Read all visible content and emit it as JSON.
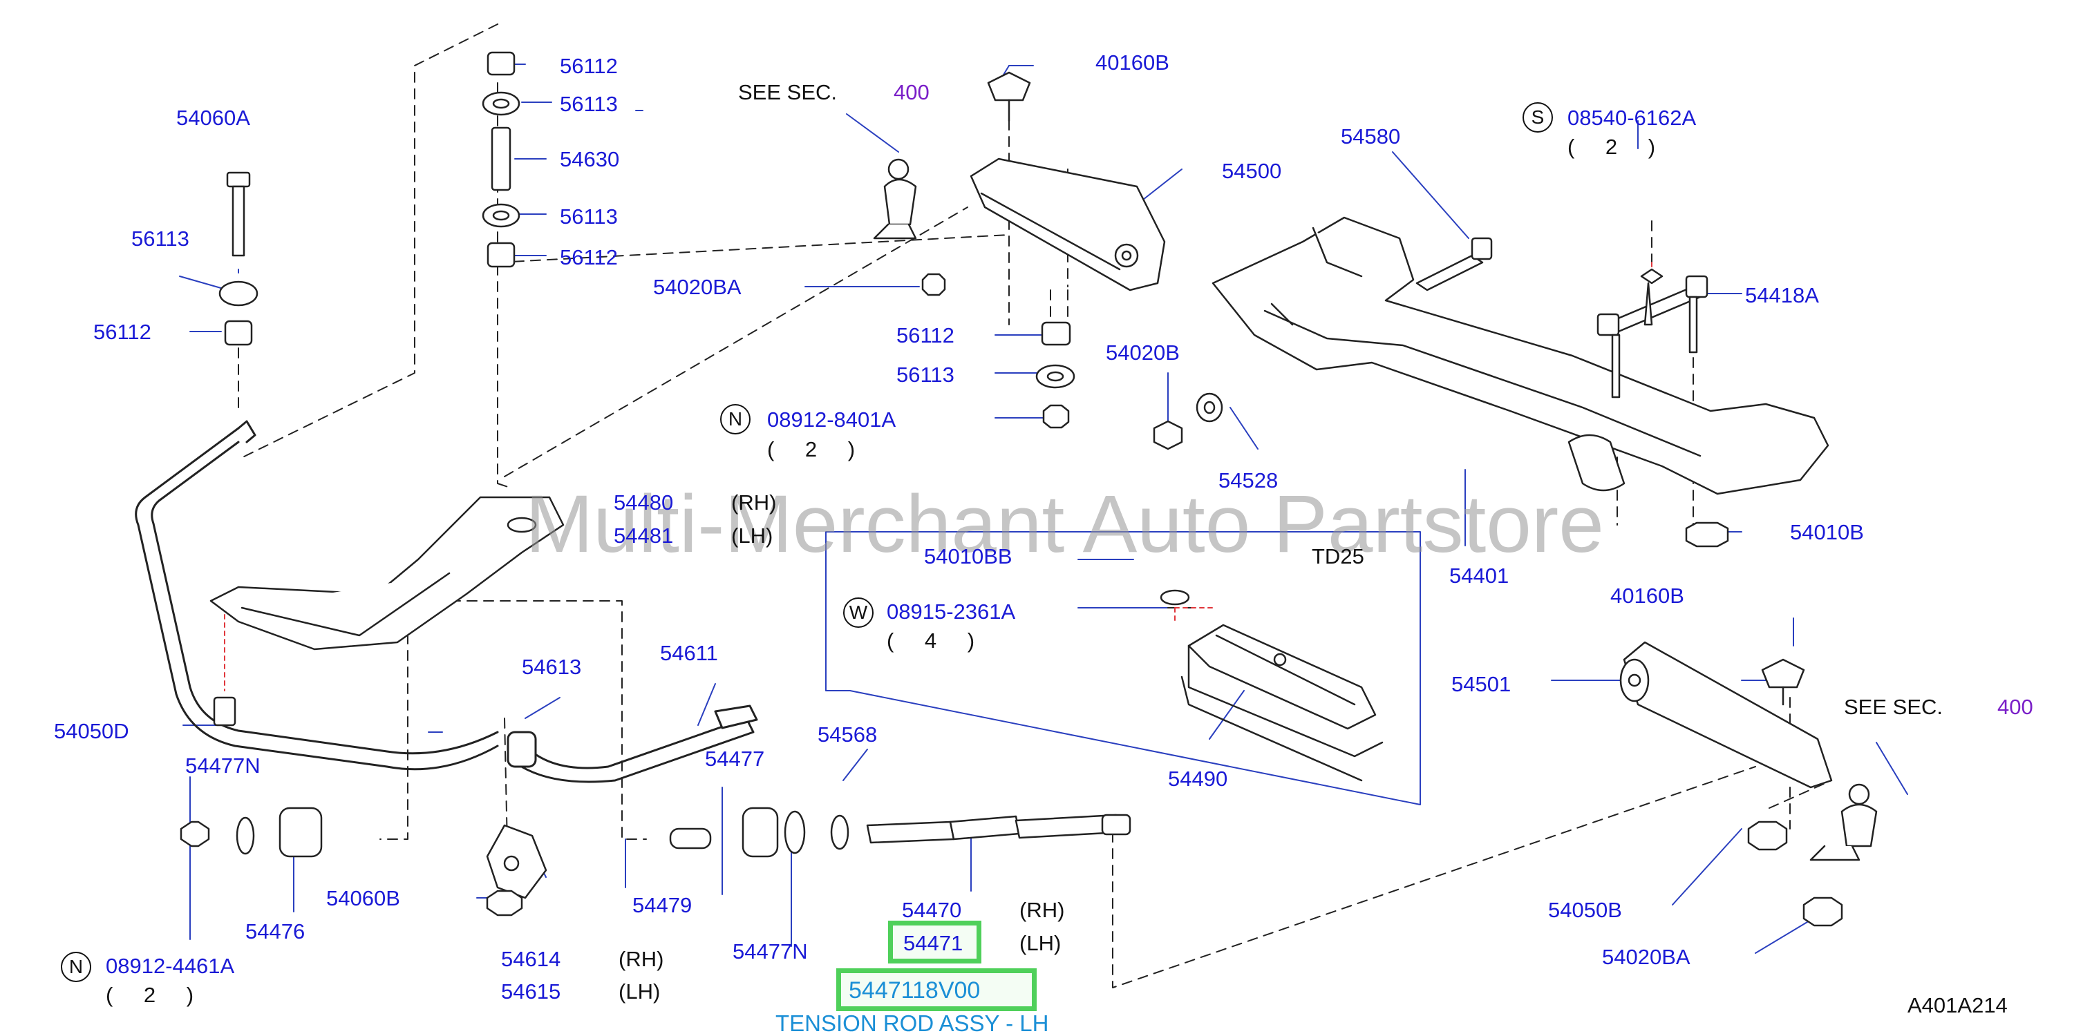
{
  "watermark": "Multi-Merchant Auto Partstore",
  "diagram_code": "A401A214",
  "see_sec": {
    "prefix": "SEE  SEC.",
    "number": "400"
  },
  "engine_label": "TD25",
  "highlight": {
    "part_number": "5447118V00",
    "description": "TENSION ROD ASSY - LH",
    "ref": "54471"
  },
  "side_labels": {
    "rh": "(RH)",
    "lh": "(LH)"
  },
  "qty": {
    "two": "( 2 )",
    "four": "( 4 )"
  },
  "symbols": {
    "s": "S",
    "n": "N",
    "w": "W"
  },
  "parts": {
    "p40160B": "40160B",
    "p08540_6162A": "08540-6162A",
    "p54060A": "54060A",
    "p56112": "56112",
    "p56113": "56113",
    "p54630": "54630",
    "p54580": "54580",
    "p54500": "54500",
    "p54020BA": "54020BA",
    "p54418A": "54418A",
    "p54020B": "54020B",
    "p08912_8401A": "08912-8401A",
    "p54528": "54528",
    "p54480": "54480",
    "p54481": "54481",
    "p54010BB": "54010BB",
    "p54010B": "54010B",
    "p54401": "54401",
    "p08915_2361A": "08915-2361A",
    "p54613": "54613",
    "p54611": "54611",
    "p54050D": "54050D",
    "p54501": "54501",
    "p54568": "54568",
    "p54477": "54477",
    "p54477N": "54477N",
    "p54490": "54490",
    "p54060B": "54060B",
    "p54476": "54476",
    "p54479": "54479",
    "p54470": "54470",
    "p54050B": "54050B",
    "p08912_4461A": "08912-4461A",
    "p54614": "54614",
    "p54615": "54615"
  }
}
